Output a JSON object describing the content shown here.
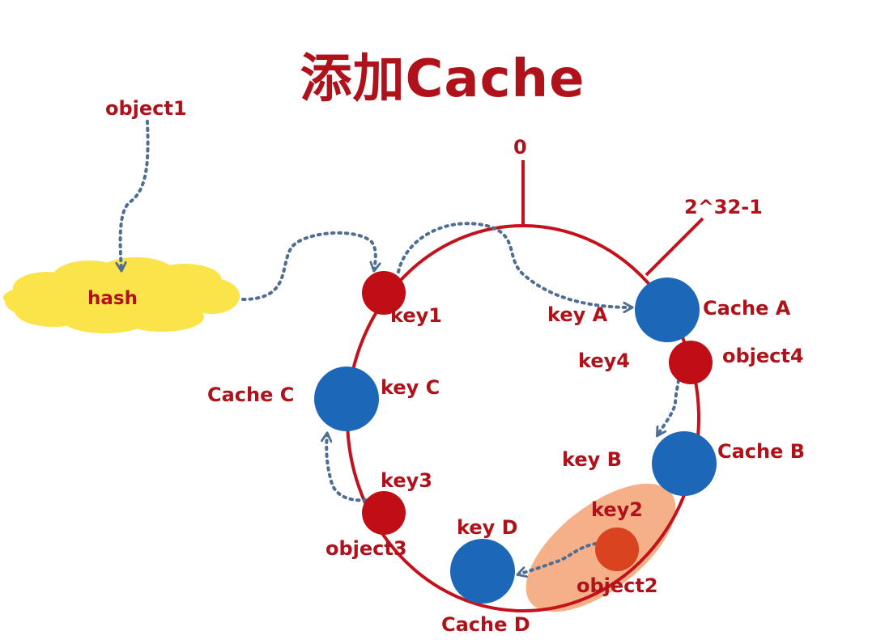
{
  "title": "添加Cache",
  "colors": {
    "text": "#b0121b",
    "ring": "#c4121d",
    "object_node": "#c10d16",
    "object2_node": "#d9431f",
    "cache_node": "#1d67b8",
    "arrow": "#4f6e92",
    "hash_cloud": "#fbe34a",
    "highlight": "#f4a77a"
  },
  "diagram": {
    "ring_top_label": "0",
    "ring_max_label": "2^32-1",
    "hash": {
      "label": "hash"
    },
    "objects": [
      {
        "name": "object1"
      },
      {
        "name": "object2",
        "key": "key2"
      },
      {
        "name": "object3",
        "key": "key3"
      },
      {
        "name": "object4",
        "key": "key4"
      }
    ],
    "caches": [
      {
        "name": "Cache A",
        "key": "key A"
      },
      {
        "name": "Cache B",
        "key": "key B"
      },
      {
        "name": "Cache C",
        "key": "key C"
      },
      {
        "name": "Cache D",
        "key": "key D"
      }
    ],
    "key1_label": "key1"
  }
}
